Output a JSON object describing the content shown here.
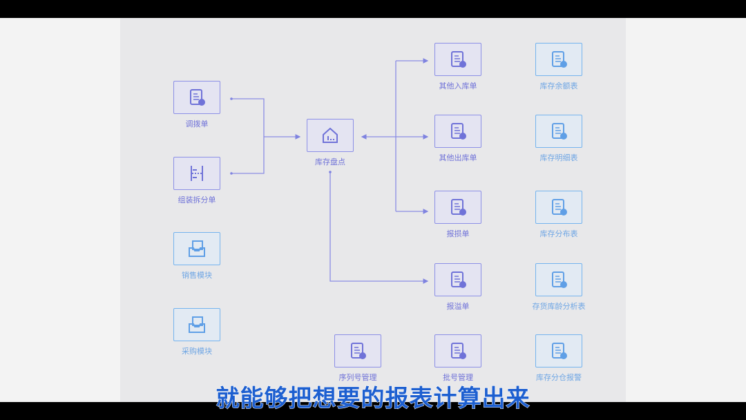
{
  "colors": {
    "node_purple": "#8c8fe6",
    "node_blue": "#74b3ee",
    "subtitle": "#1d5fd0"
  },
  "nodes": [
    {
      "id": "transfer",
      "label": "调拨单",
      "icon": "documents-transfer-icon",
      "style": "purple"
    },
    {
      "id": "assembly",
      "label": "组装拆分单",
      "icon": "assembly-icon",
      "style": "purple"
    },
    {
      "id": "sales",
      "label": "销售模块",
      "icon": "inbox-tray-icon",
      "style": "blue"
    },
    {
      "id": "purchase",
      "label": "采购模块",
      "icon": "inbox-tray-icon",
      "style": "blue"
    },
    {
      "id": "stocktake",
      "label": "库存盘点",
      "icon": "warehouse-icon",
      "style": "purple"
    },
    {
      "id": "other_in",
      "label": "其他入库单",
      "icon": "document-in-icon",
      "style": "purple"
    },
    {
      "id": "other_out",
      "label": "其他出库单",
      "icon": "document-out-icon",
      "style": "purple"
    },
    {
      "id": "loss",
      "label": "报损单",
      "icon": "document-minus-icon",
      "style": "purple"
    },
    {
      "id": "overflow",
      "label": "报溢单",
      "icon": "document-plus-icon",
      "style": "purple"
    },
    {
      "id": "balance",
      "label": "库存余额表",
      "icon": "document-yen-icon",
      "style": "blue"
    },
    {
      "id": "detail",
      "label": "库存明细表",
      "icon": "documents-yen-icon",
      "style": "blue"
    },
    {
      "id": "distribution",
      "label": "库存分布表",
      "icon": "documents-location-icon",
      "style": "blue"
    },
    {
      "id": "aging",
      "label": "存货库龄分析表",
      "icon": "document-chart-icon",
      "style": "blue"
    },
    {
      "id": "serial",
      "label": "序列号管理",
      "icon": "document-check-icon",
      "style": "purple"
    },
    {
      "id": "batch",
      "label": "批号管理",
      "icon": "document-check-icon",
      "style": "purple"
    },
    {
      "id": "alert",
      "label": "库存分仓报警",
      "icon": "documents-alert-icon",
      "style": "blue"
    }
  ],
  "subtitle": "就能够把想要的报表计算出来"
}
